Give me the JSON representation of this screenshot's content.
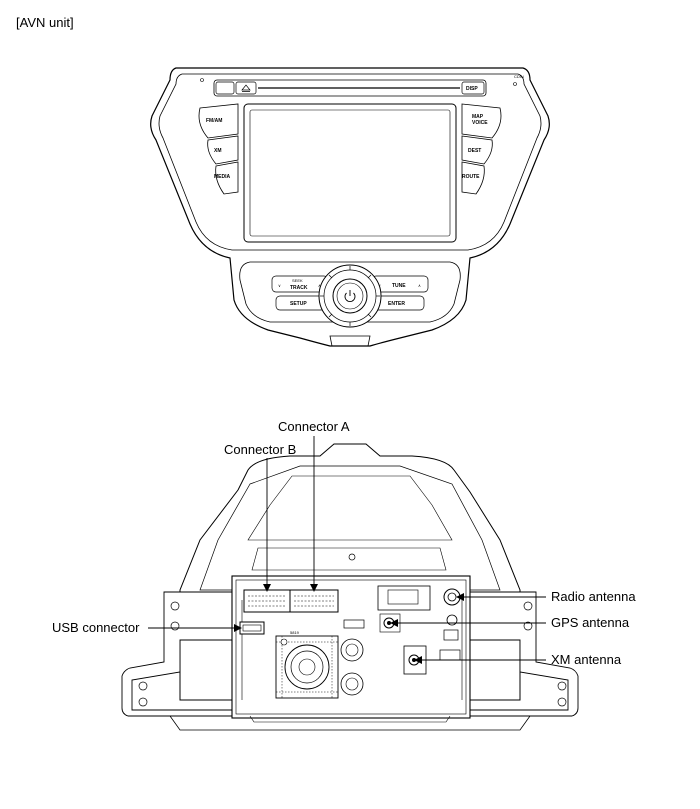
{
  "section_title": "[AVN unit]",
  "front_panel": {
    "buttons": {
      "eject": "",
      "disp": "DISP",
      "cdin": "CDIN",
      "fm_am": "FM/AM",
      "xm": "XM",
      "media": "MEDIA",
      "map_voice_1": "MAP",
      "map_voice_2": "VOICE",
      "dest": "DEST",
      "route": "ROUTE",
      "seek": "SEEK",
      "track": "TRACK",
      "setup": "SETUP",
      "tune": "TUNE",
      "enter": "ENTER"
    }
  },
  "rear_callouts": {
    "connector_a": "Connector A",
    "connector_b": "Connector B",
    "usb_connector": "USB connector",
    "radio_antenna": "Radio antenna",
    "gps_antenna": "GPS antenna",
    "xm_antenna": "XM antenna"
  },
  "rear_marks": {
    "model": "5819"
  }
}
